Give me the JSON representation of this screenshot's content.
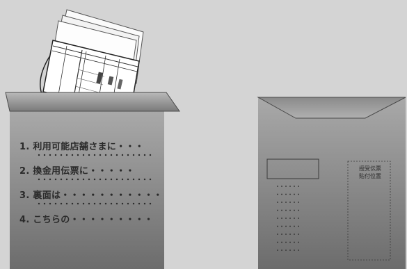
{
  "front_envelope": {
    "instructions": [
      {
        "text": "1. 利用可能店舗さまに・・・"
      },
      {
        "text": "2. 換金用伝票に・・・・・"
      },
      {
        "text": "3. 裏面は・・・・・・・・・・・"
      },
      {
        "text": "4. こちらの・・・・・・・・・"
      }
    ]
  },
  "back_envelope": {
    "label_line1": "授受伝票",
    "label_line2": "貼付位置"
  },
  "colors": {
    "background": "#d4d4d4",
    "envelope_light": "#9a9a9a",
    "envelope_dark": "#6e6e6e",
    "outline": "#444444"
  }
}
